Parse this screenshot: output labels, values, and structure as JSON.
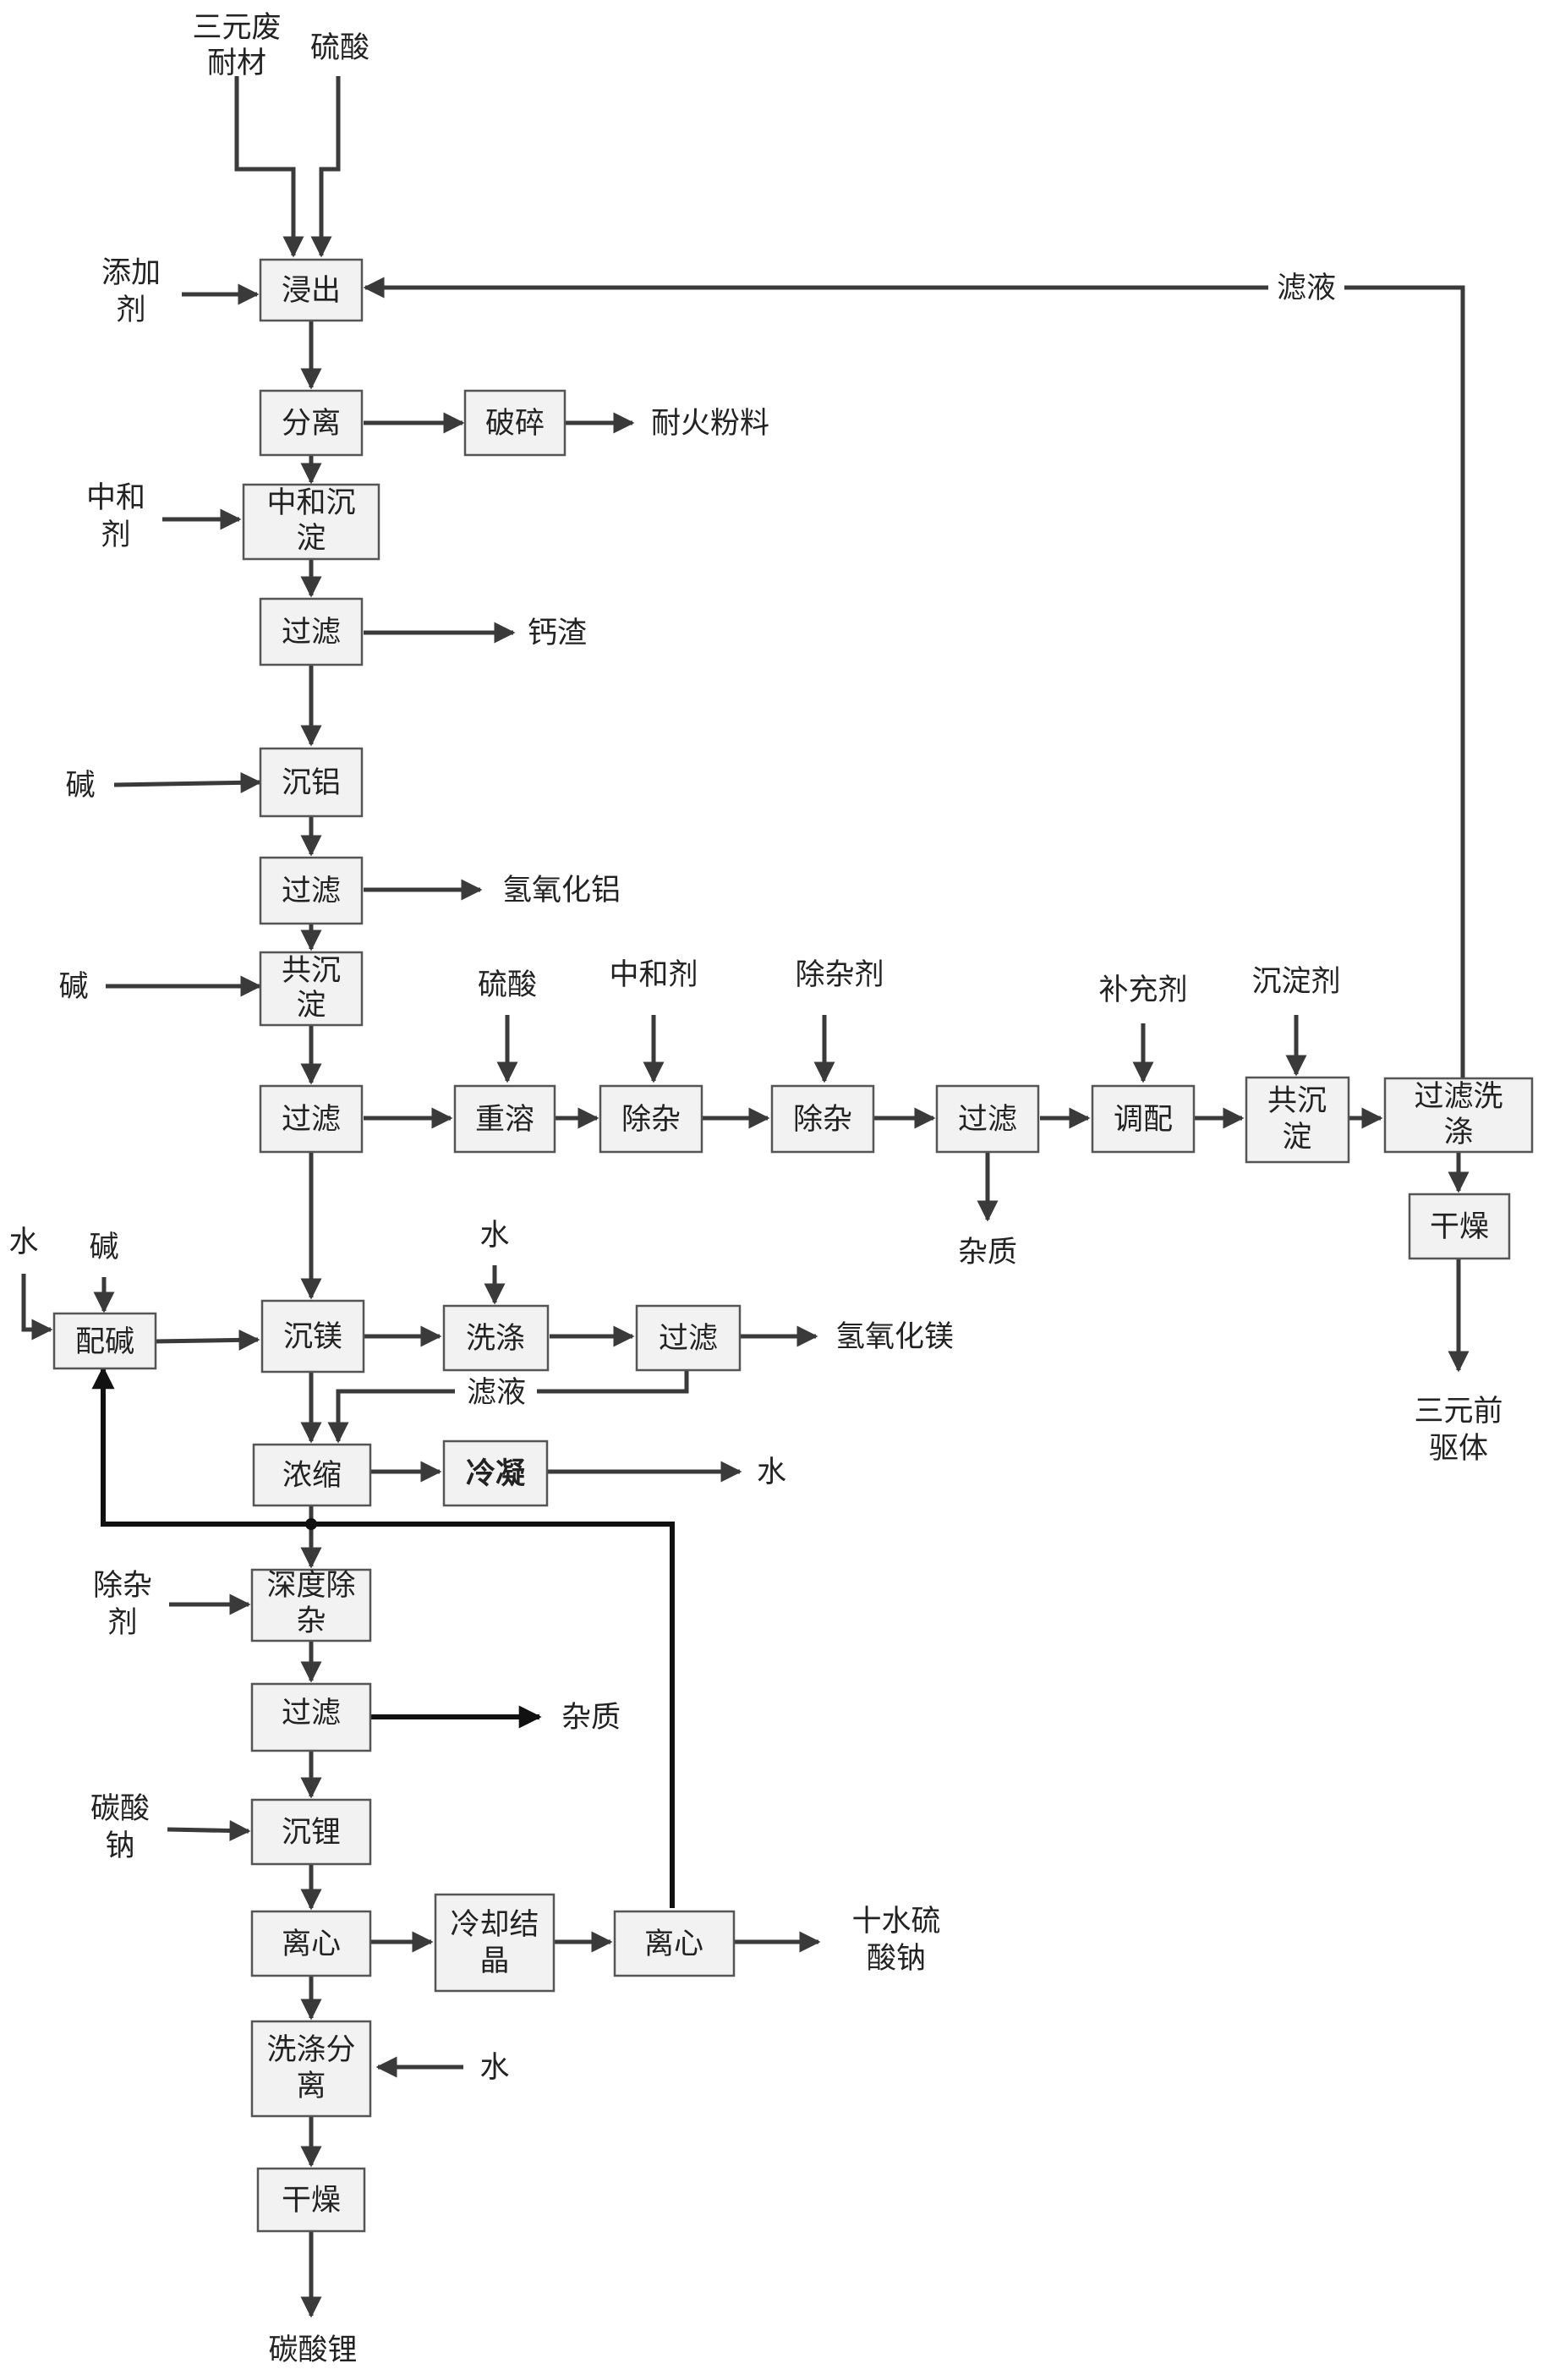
{
  "inputs": {
    "ternary_waste": [
      "三元废",
      "耐材"
    ],
    "sulfuric_acid_top": "硫酸",
    "additive": [
      "添加",
      "剂"
    ],
    "neutralizer_left": [
      "中和",
      "剂"
    ],
    "alkali_1": "碱",
    "alkali_2": "碱",
    "sulfuric_acid_mid": "硫酸",
    "neutralizer_mid": "中和剂",
    "impurity_remover_mid": "除杂剂",
    "supplement": "补充剂",
    "precipitant": "沉淀剂",
    "water_left": "水",
    "alkali_left": "碱",
    "water_wash": "水",
    "impurity_remover_left": [
      "除杂",
      "剂"
    ],
    "sodium_carbonate": [
      "碳酸",
      "钠"
    ],
    "water_bottom": "水"
  },
  "boxes": {
    "leach": "浸出",
    "separate": "分离",
    "crush": "破碎",
    "neutral_precip": [
      "中和沉",
      "淀"
    ],
    "filter1": "过滤",
    "al_precip": "沉铝",
    "filter2": "过滤",
    "coprecip1": [
      "共沉",
      "淀"
    ],
    "filter3": "过滤",
    "redissolve": "重溶",
    "purify1": "除杂",
    "purify2": "除杂",
    "filter4": "过滤",
    "blend": "调配",
    "coprecip2": [
      "共沉",
      "淀"
    ],
    "filter_wash": [
      "过滤洗",
      "涤"
    ],
    "dry_right": "干燥",
    "alkali_prep": "配碱",
    "mg_precip": "沉镁",
    "wash": "洗涤",
    "filter5": "过滤",
    "concentrate": "浓缩",
    "condense": "冷凝",
    "deep_purify": [
      "深度除",
      "杂"
    ],
    "filter6": "过滤",
    "li_precip": "沉锂",
    "centrifuge1": "离心",
    "cool_crystal": [
      "冷却结",
      "晶"
    ],
    "centrifuge2": "离心",
    "wash_separate": [
      "洗涤分",
      "离"
    ],
    "dry_bottom": "干燥"
  },
  "outputs": {
    "refractory_powder": "耐火粉料",
    "calcium_slag": "钙渣",
    "aluminum_hydroxide": "氢氧化铝",
    "impurity_right": "杂质",
    "ternary_precursor": [
      "三元前",
      "驱体"
    ],
    "magnesium_hydroxide": "氢氧化镁",
    "water_out": "水",
    "impurity_bottom": "杂质",
    "sodium_sulfate_decahydrate": [
      "十水硫",
      "酸钠"
    ],
    "lithium_carbonate": "碳酸锂"
  },
  "flow_labels": {
    "filtrate_top": "滤液",
    "filtrate_mid": "滤液"
  }
}
